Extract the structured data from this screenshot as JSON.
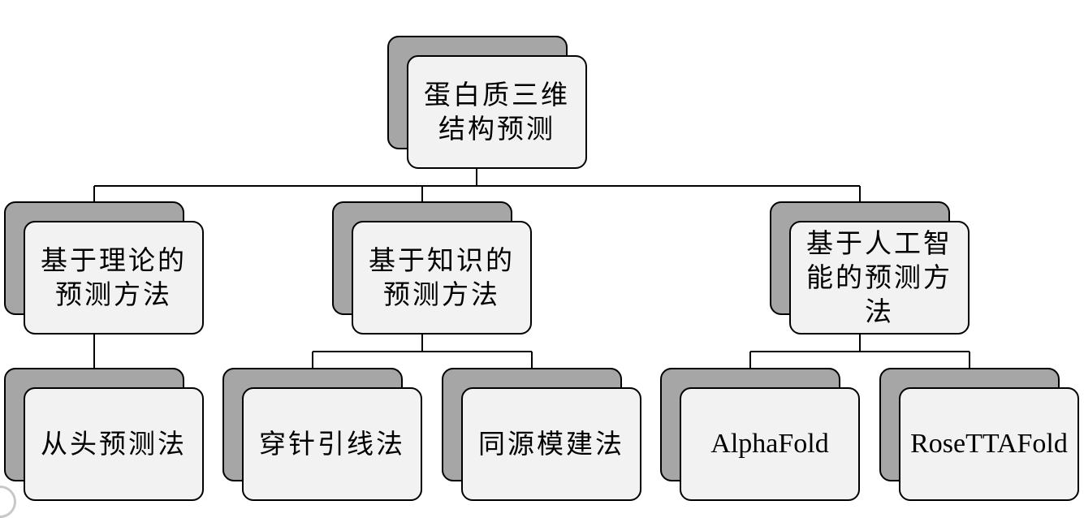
{
  "diagram": {
    "root": {
      "label": "蛋白质三维结构预测"
    },
    "categories": [
      {
        "label": "基于理论的预测方法"
      },
      {
        "label": "基于知识的预测方法"
      },
      {
        "label": "基于人工智能的预测方法"
      }
    ],
    "methods": [
      {
        "label": "从头预测法"
      },
      {
        "label": "穿针引线法"
      },
      {
        "label": "同源模建法"
      },
      {
        "label": "AlphaFold"
      },
      {
        "label": "RoseTTAFold"
      }
    ]
  },
  "colors": {
    "card_fill": "#f2f2f2",
    "shadow_fill": "#a6a6a6",
    "line": "#000000"
  }
}
